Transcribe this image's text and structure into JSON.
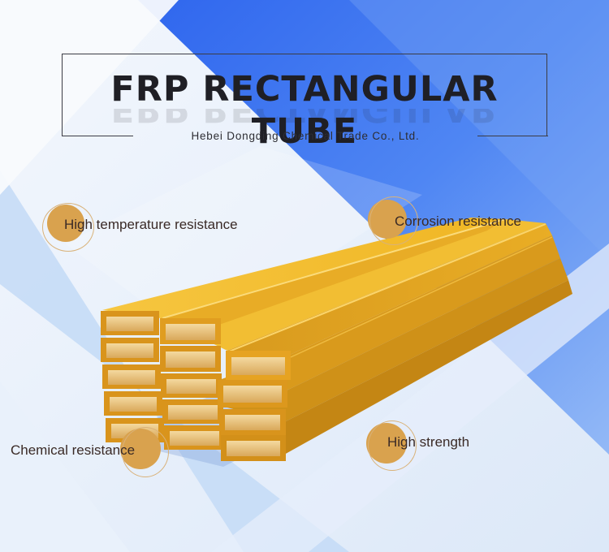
{
  "banner": {
    "title": "FRP RECTANGULAR TUBE",
    "company": "Hebei Dongding Chemical Trade Co., Ltd."
  },
  "features": {
    "high_temperature": "High temperature resistance",
    "corrosion": "Corrosion resistance",
    "chemical": "Chemical resistance",
    "strength": "High strength"
  },
  "colors": {
    "accent_gold": "#d9a24e",
    "tube_yellow": "#e0a92a",
    "blue": "#4e7ff0",
    "text_dark": "#1f1f25"
  }
}
